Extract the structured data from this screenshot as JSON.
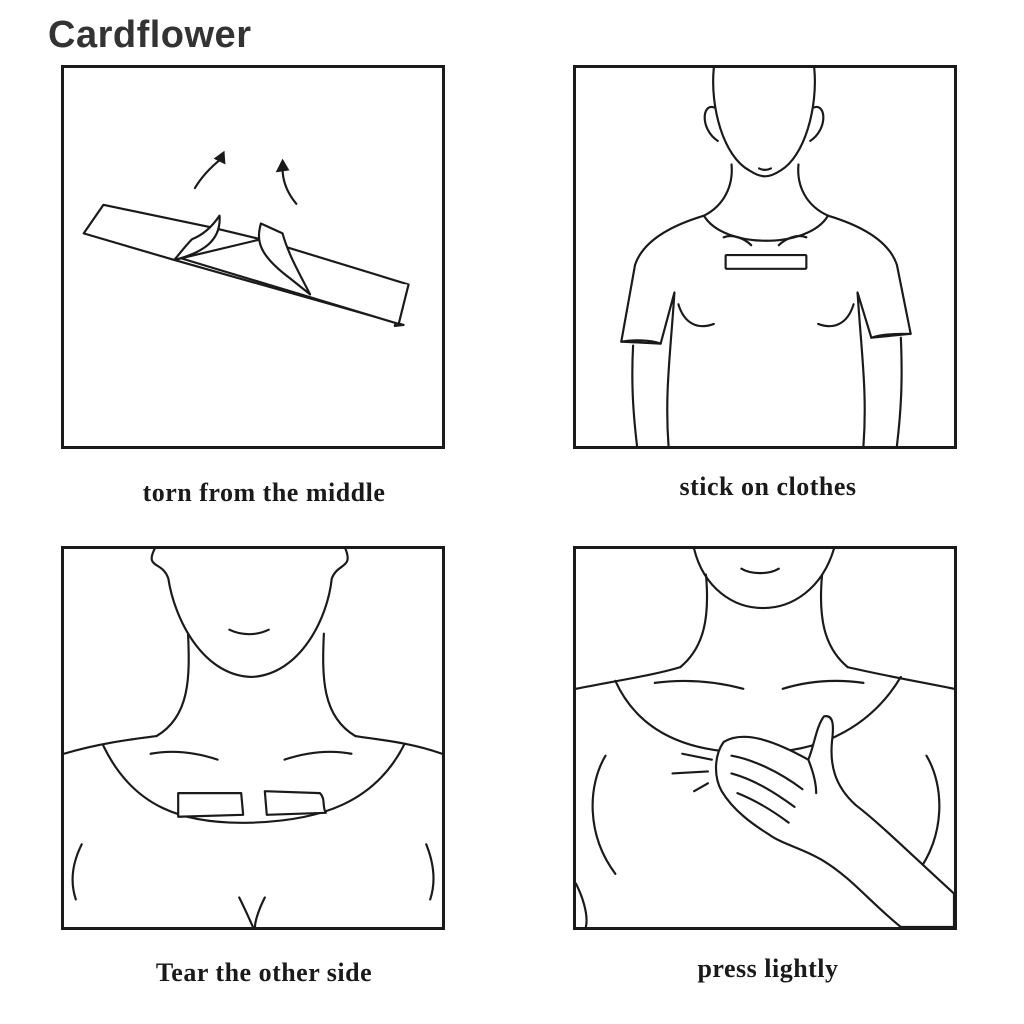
{
  "brand": "Cardflower",
  "steps": [
    {
      "caption": "torn from the middle"
    },
    {
      "caption": "stick on clothes"
    },
    {
      "caption": "Tear the other side"
    },
    {
      "caption": "press lightly"
    }
  ]
}
